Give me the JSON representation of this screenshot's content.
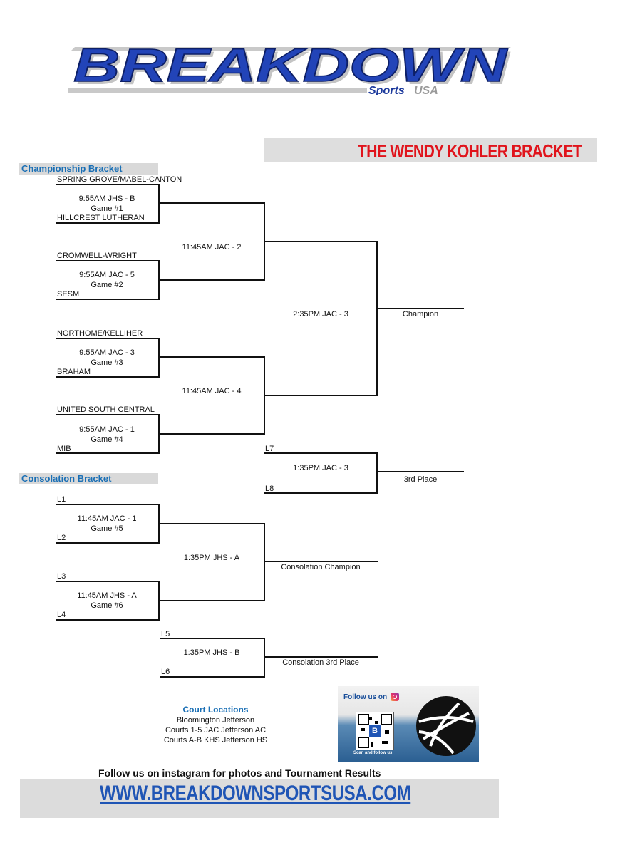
{
  "logo": {
    "main": "BREAKDOWN",
    "sub_left": "Sports",
    "sub_right": "USA"
  },
  "title": "THE WENDY KOHLER BRACKET",
  "sections": {
    "championship": "Championship Bracket",
    "consolation": "Consolation Bracket"
  },
  "round1": [
    {
      "team_top": "SPRING GROVE/MABEL-CANTON",
      "time": "9:55AM JHS - B",
      "game": "Game #1",
      "team_bottom": "HILLCREST LUTHERAN"
    },
    {
      "team_top": "CROMWELL-WRIGHT",
      "time": "9:55AM JAC - 5",
      "game": "Game #2",
      "team_bottom": "SESM"
    },
    {
      "team_top": "NORTHOME/KELLIHER",
      "time": "9:55AM JAC - 3",
      "game": "Game #3",
      "team_bottom": "BRAHAM"
    },
    {
      "team_top": "UNITED SOUTH CENTRAL",
      "time": "9:55AM JAC - 1",
      "game": "Game #4",
      "team_bottom": "MIB"
    }
  ],
  "semis": [
    {
      "time": "11:45AM JAC - 2"
    },
    {
      "time": "11:45AM JAC - 4"
    }
  ],
  "final": {
    "time": "2:35PM JAC - 3",
    "result": "Champion"
  },
  "third_place": {
    "top": "L7",
    "time": "1:35PM JAC - 3",
    "bottom": "L8",
    "result": "3rd Place"
  },
  "consolation_round1": [
    {
      "team_top": "L1",
      "time": "11:45AM JAC - 1",
      "game": "Game #5",
      "team_bottom": "L2"
    },
    {
      "team_top": "L3",
      "time": "11:45AM JHS - A",
      "game": "Game #6",
      "team_bottom": "L4"
    }
  ],
  "consolation_final": {
    "time": "1:35PM JHS - A",
    "result": "Consolation Champion"
  },
  "consolation_third": {
    "top": "L5",
    "time": "1:35PM JHS - B",
    "bottom": "L6",
    "result": "Consolation 3rd Place"
  },
  "courts": {
    "title": "Court Locations",
    "lines": [
      "Bloomington Jefferson",
      "Courts 1-5 JAC Jefferson AC",
      "Courts A-B KHS Jefferson HS"
    ]
  },
  "promo": {
    "follow": "Follow us on",
    "scan": "Scan and follow us",
    "qr_letter": "B"
  },
  "footer": {
    "follow_text": "Follow us on instagram for photos and Tournament Results",
    "url": "WWW.BREAKDOWNSPORTSUSA.COM"
  },
  "colors": {
    "title_red": "#e0141c",
    "brand_blue": "#1f55b5",
    "section_blue": "#1a6fb5"
  }
}
